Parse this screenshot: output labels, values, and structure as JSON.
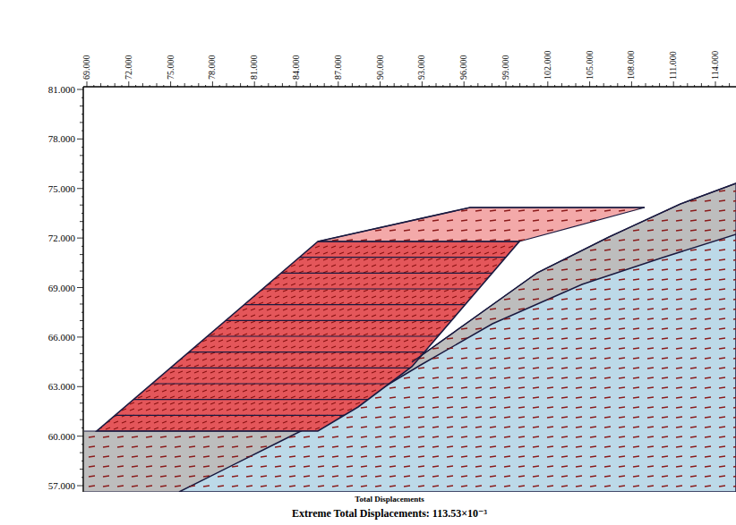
{
  "diagram": {
    "labels": [
      "69.000",
      "72.000",
      "75.000",
      "78.000",
      "81.000",
      "84.000",
      "87.000",
      "90.000",
      "93.000",
      "96.000",
      "99.000",
      "102.000",
      "105.000",
      "108.000",
      "111.000",
      "114.000",
      "81.000",
      "78.000",
      "75.000",
      "72.000",
      "69.000",
      "66.000",
      "63.000",
      "60.000",
      "57.000",
      "Total Displacements",
      "Extreme Total Displacements: 113.53×10⁻³"
    ]
  }
}
